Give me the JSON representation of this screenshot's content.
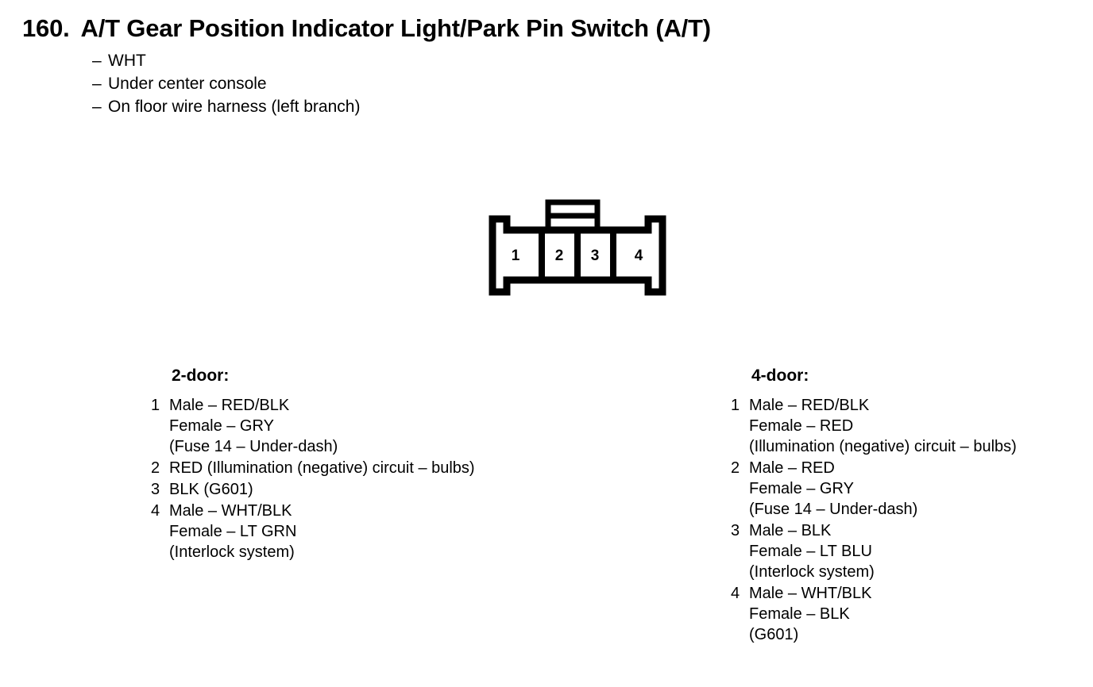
{
  "header": {
    "number": "160.",
    "title": "A/T Gear Position Indicator Light/Park Pin Switch (A/T)",
    "notes": [
      "WHT",
      "Under center console",
      "On floor wire harness (left branch)"
    ],
    "dash": "–"
  },
  "connector": {
    "name": "4-cavity-connector",
    "pin_count": 4,
    "pins": [
      "1",
      "2",
      "3",
      "4"
    ],
    "line_color": "#000000",
    "fill_color": "#ffffff"
  },
  "variants": [
    {
      "heading": "2-door:",
      "entries": [
        {
          "index": "1",
          "lines": [
            "Male – RED/BLK",
            "Female – GRY",
            "(Fuse 14 – Under-dash)"
          ]
        },
        {
          "index": "2",
          "lines": [
            "RED (Illumination (negative) circuit – bulbs)"
          ]
        },
        {
          "index": "3",
          "lines": [
            "BLK (G601)"
          ]
        },
        {
          "index": "4",
          "lines": [
            "Male – WHT/BLK",
            "Female – LT GRN",
            "(Interlock system)"
          ]
        }
      ]
    },
    {
      "heading": "4-door:",
      "entries": [
        {
          "index": "1",
          "lines": [
            "Male – RED/BLK",
            "Female – RED",
            "(Illumination (negative) circuit – bulbs)"
          ]
        },
        {
          "index": "2",
          "lines": [
            "Male – RED",
            "Female – GRY",
            "(Fuse 14 – Under-dash)"
          ]
        },
        {
          "index": "3",
          "lines": [
            "Male – BLK",
            "Female – LT BLU",
            "(Interlock system)"
          ]
        },
        {
          "index": "4",
          "lines": [
            "Male – WHT/BLK",
            "Female – BLK",
            "(G601)"
          ]
        }
      ]
    }
  ]
}
